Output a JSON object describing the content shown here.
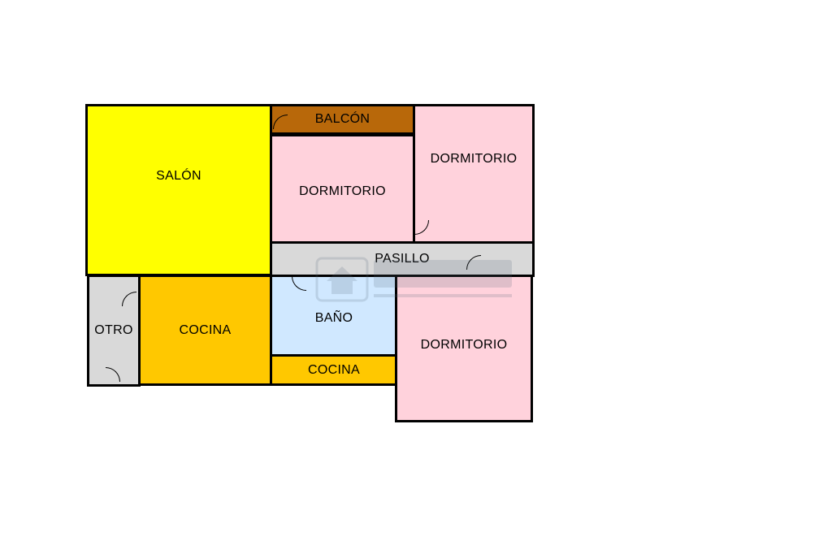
{
  "floorplan": {
    "rooms": {
      "salon": {
        "label": "SALÓN",
        "color": "#FFFF00"
      },
      "balcon": {
        "label": "BALCÓN",
        "color": "#B8680A"
      },
      "dormitorio_1": {
        "label": "DORMITORIO",
        "color": "#FFD2DC"
      },
      "dormitorio_2": {
        "label": "DORMITORIO",
        "color": "#FFD2DC"
      },
      "pasillo": {
        "label": "PASILLO",
        "color": "#D9D9D9"
      },
      "otro": {
        "label": "OTRO",
        "color": "#D9D9D9"
      },
      "cocina_1": {
        "label": "COCINA",
        "color": "#FFC800"
      },
      "bano": {
        "label": "BAÑO",
        "color": "#D0E8FF"
      },
      "cocina_2": {
        "label": "COCINA",
        "color": "#FFC800"
      },
      "dormitorio_3": {
        "label": "DORMITORIO",
        "color": "#FFD2DC"
      }
    },
    "watermark_icon": "house-logo-icon"
  }
}
